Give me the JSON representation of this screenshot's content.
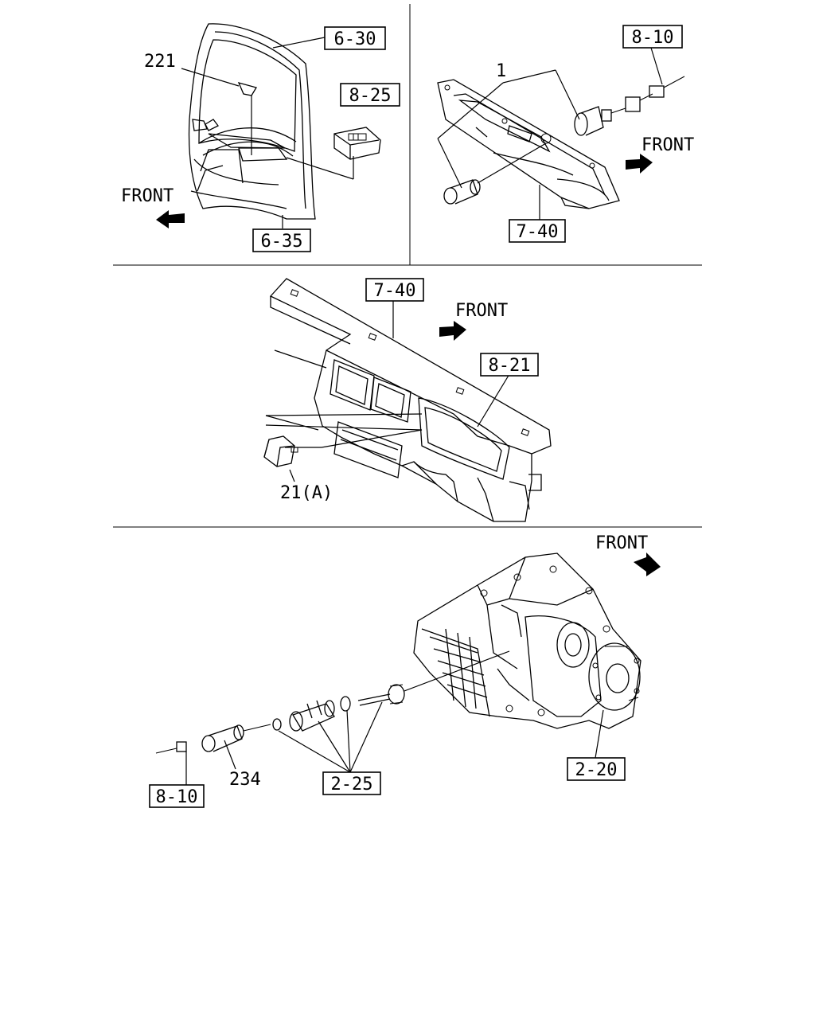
{
  "diagram": {
    "panels": [
      {
        "id": "top-left",
        "labels": {
          "door": "6-30",
          "mirror_switch": "221",
          "switch_ref": "8-25",
          "front": "FRONT",
          "door_lower": "6-35"
        }
      },
      {
        "id": "top-right",
        "labels": {
          "connector_ref": "8-10",
          "part_number": "1",
          "front": "FRONT",
          "panel_ref": "7-40"
        }
      },
      {
        "id": "middle",
        "labels": {
          "dash_ref": "7-40",
          "front": "FRONT",
          "cluster_ref": "8-21",
          "switch": "21(A)"
        }
      },
      {
        "id": "bottom",
        "labels": {
          "front": "FRONT",
          "transfer_ref": "2-20",
          "sensor": "234",
          "gear_ref": "2-25",
          "connector_ref": "8-10"
        }
      }
    ]
  }
}
